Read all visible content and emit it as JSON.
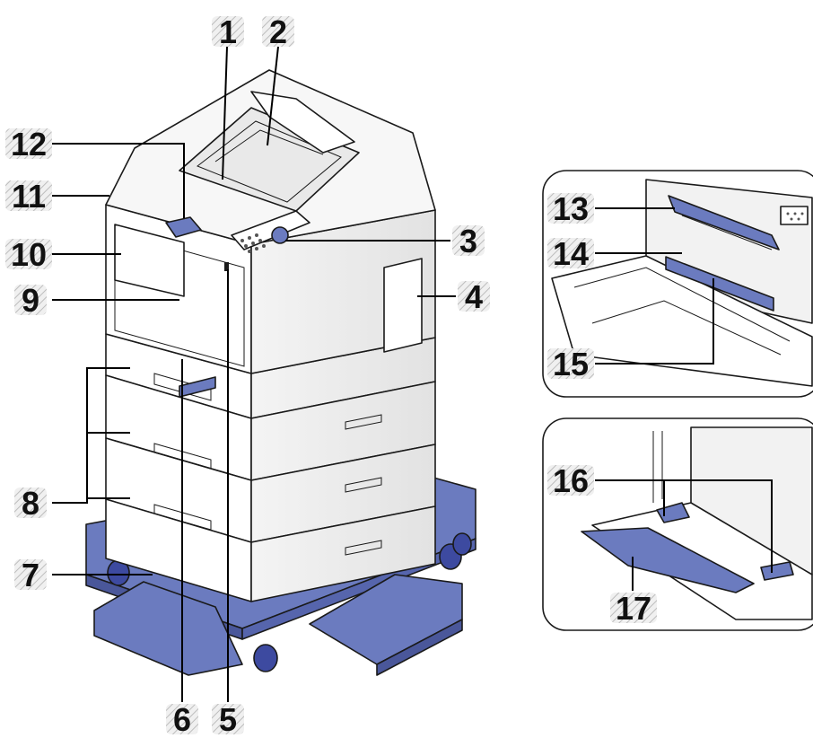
{
  "diagram": {
    "colors": {
      "body_white": "#ffffff",
      "body_shade": "#ededed",
      "accent_blue": "#6b7bbf",
      "accent_blue_dark": "#4a579a",
      "outline": "#1a1a1a",
      "caster_wheel": "#3d4aa0",
      "callout_badge": "#e6e6e6"
    },
    "callouts": [
      {
        "label": "1"
      },
      {
        "label": "2"
      },
      {
        "label": "3"
      },
      {
        "label": "4"
      },
      {
        "label": "5"
      },
      {
        "label": "6"
      },
      {
        "label": "7"
      },
      {
        "label": "8"
      },
      {
        "label": "9"
      },
      {
        "label": "10"
      },
      {
        "label": "11"
      },
      {
        "label": "12"
      },
      {
        "label": "13"
      },
      {
        "label": "14"
      },
      {
        "label": "15"
      },
      {
        "label": "16"
      },
      {
        "label": "17"
      }
    ]
  }
}
